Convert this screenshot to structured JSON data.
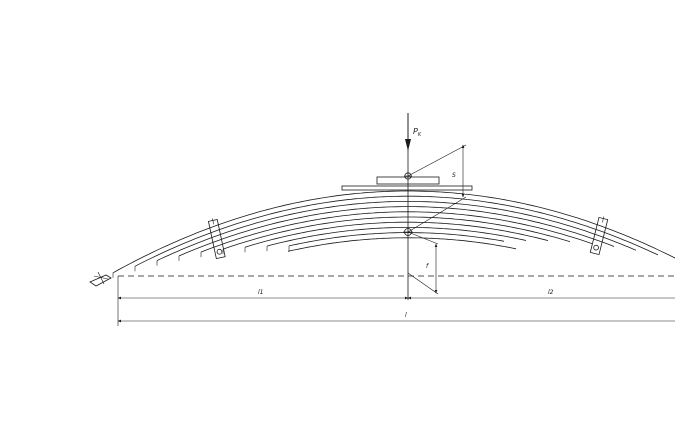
{
  "diagram": {
    "labels": {
      "load": "P",
      "load_subscript": "K",
      "deflection_upper": "S",
      "deflection_lower": "f",
      "half_span_left": "l1",
      "half_span_right": "l2",
      "span_total": "l"
    },
    "leaf_count": 9
  }
}
